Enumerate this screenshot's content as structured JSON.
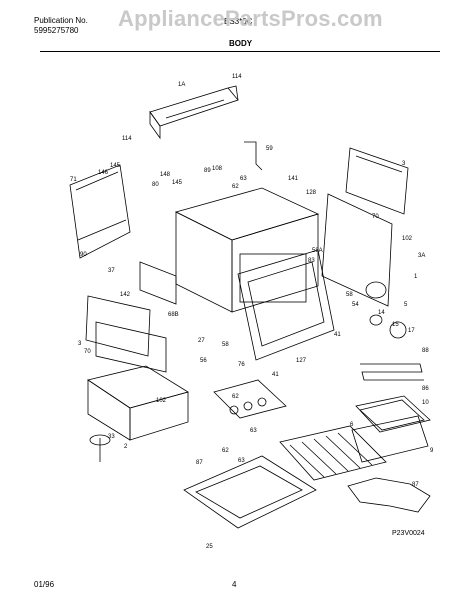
{
  "header": {
    "publication_label": "Publication No.",
    "publication_number": "5995275780",
    "model": "ES3*0C",
    "watermark": "AppliancePartsPros.com",
    "section_title": "BODY"
  },
  "diagram_code": "P23V0024",
  "footer": {
    "date": "01/96",
    "page_number": "4"
  },
  "part_labels": [
    {
      "id": "l1",
      "text": "1A"
    },
    {
      "id": "l2",
      "text": "114"
    },
    {
      "id": "l3",
      "text": "114"
    },
    {
      "id": "l4",
      "text": "59"
    },
    {
      "id": "l5",
      "text": "3"
    },
    {
      "id": "l6",
      "text": "71"
    },
    {
      "id": "l7",
      "text": "145"
    },
    {
      "id": "l8",
      "text": "146"
    },
    {
      "id": "l9",
      "text": "80"
    },
    {
      "id": "l10",
      "text": "148"
    },
    {
      "id": "l11",
      "text": "145"
    },
    {
      "id": "l12",
      "text": "89"
    },
    {
      "id": "l13",
      "text": "108"
    },
    {
      "id": "l14",
      "text": "62"
    },
    {
      "id": "l15",
      "text": "63"
    },
    {
      "id": "l16",
      "text": "141"
    },
    {
      "id": "l17",
      "text": "128"
    },
    {
      "id": "l18",
      "text": "70"
    },
    {
      "id": "l19",
      "text": "102"
    },
    {
      "id": "l20",
      "text": "90"
    },
    {
      "id": "l21",
      "text": "37"
    },
    {
      "id": "l22",
      "text": "58A"
    },
    {
      "id": "l23",
      "text": "83"
    },
    {
      "id": "l24",
      "text": "3A"
    },
    {
      "id": "l25",
      "text": "1"
    },
    {
      "id": "l26",
      "text": "142"
    },
    {
      "id": "l27",
      "text": "3"
    },
    {
      "id": "l28",
      "text": "70"
    },
    {
      "id": "l29",
      "text": "68B"
    },
    {
      "id": "l30",
      "text": "27"
    },
    {
      "id": "l31",
      "text": "58"
    },
    {
      "id": "l32",
      "text": "58"
    },
    {
      "id": "l33",
      "text": "54"
    },
    {
      "id": "l34",
      "text": "5"
    },
    {
      "id": "l35",
      "text": "14"
    },
    {
      "id": "l36",
      "text": "15"
    },
    {
      "id": "l37",
      "text": "17"
    },
    {
      "id": "l38",
      "text": "41"
    },
    {
      "id": "l39",
      "text": "76"
    },
    {
      "id": "l40",
      "text": "127"
    },
    {
      "id": "l41",
      "text": "41"
    },
    {
      "id": "l42",
      "text": "56"
    },
    {
      "id": "l43",
      "text": "88"
    },
    {
      "id": "l44",
      "text": "86"
    },
    {
      "id": "l45",
      "text": "10"
    },
    {
      "id": "l46",
      "text": "102"
    },
    {
      "id": "l47",
      "text": "62"
    },
    {
      "id": "l48",
      "text": "63"
    },
    {
      "id": "l49",
      "text": "33"
    },
    {
      "id": "l50",
      "text": "2"
    },
    {
      "id": "l51",
      "text": "62"
    },
    {
      "id": "l52",
      "text": "63"
    },
    {
      "id": "l53",
      "text": "87"
    },
    {
      "id": "l54",
      "text": "6"
    },
    {
      "id": "l55",
      "text": "9"
    },
    {
      "id": "l56",
      "text": "87"
    },
    {
      "id": "l57",
      "text": "25"
    }
  ]
}
